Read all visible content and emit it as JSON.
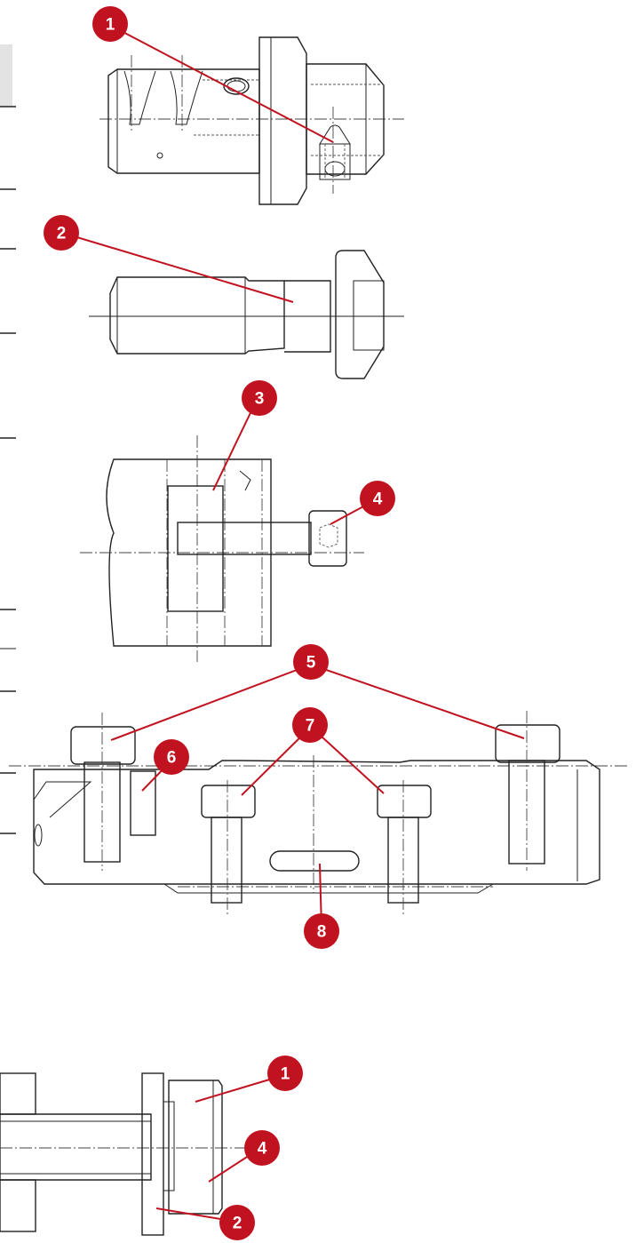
{
  "colors": {
    "callout": "#c1121f",
    "callout_text": "#ffffff",
    "line": "#222222",
    "insert": "#c8c8c8",
    "hatch": "#555555"
  },
  "callouts": {
    "c1_top": "1",
    "c2_top": "2",
    "c3": "3",
    "c4_top": "4",
    "c5": "5",
    "c6": "6",
    "c7": "7",
    "c8": "8",
    "c1_bottom": "1",
    "c4_bottom": "4",
    "c2_bottom": "2"
  }
}
